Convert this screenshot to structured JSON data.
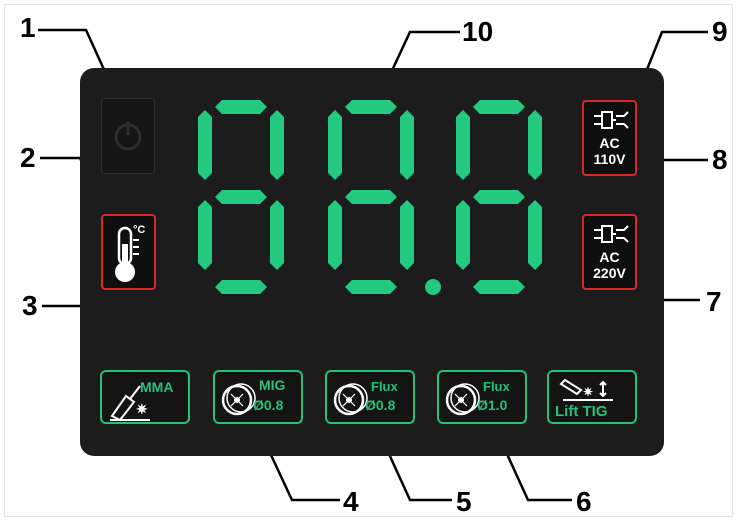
{
  "callouts": [
    "1",
    "2",
    "3",
    "4",
    "5",
    "6",
    "7",
    "8",
    "9",
    "10"
  ],
  "display": {
    "digit_color": "#23c97f",
    "segment_dim_color": "#1c1c1c"
  },
  "modes": {
    "mma": {
      "label": "MMA"
    },
    "mig": {
      "label": "MIG",
      "size": "Ø0.8"
    },
    "flux08": {
      "label": "Flux",
      "size": "Ø0.8"
    },
    "flux10": {
      "label": "Flux",
      "size": "Ø1.0"
    },
    "lift_tig": {
      "label": "Lift TIG"
    }
  },
  "voltage": {
    "ac110": {
      "line1": "AC",
      "line2": "110V"
    },
    "ac220": {
      "line1": "AC",
      "line2": "220V"
    }
  },
  "temp_unit": "°C",
  "colors": {
    "accent_green": "#27c07a",
    "alert_red": "#d8262b",
    "panel": "#1c1c1c"
  },
  "icons": [
    "power-icon",
    "thermometer-icon",
    "plug-icon",
    "welding-rod-icon",
    "wire-spool-icon",
    "tig-torch-icon"
  ]
}
